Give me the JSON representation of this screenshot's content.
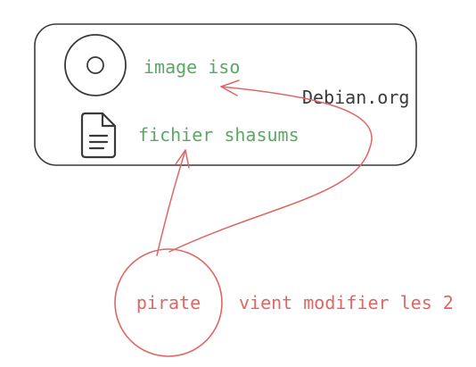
{
  "site_box": {
    "label": "Debian.org",
    "items": [
      {
        "icon": "disc-icon",
        "label": "image iso"
      },
      {
        "icon": "document-icon",
        "label": "fichier shasums"
      }
    ]
  },
  "attacker": {
    "label": "pirate",
    "note": "vient modifier les 2"
  },
  "colors": {
    "box_stroke": "#3a3a3a",
    "item_text": "#5aa864",
    "site_text": "#3a3a3a",
    "attacker": "#e06666",
    "icon": "#3a3a3a"
  }
}
